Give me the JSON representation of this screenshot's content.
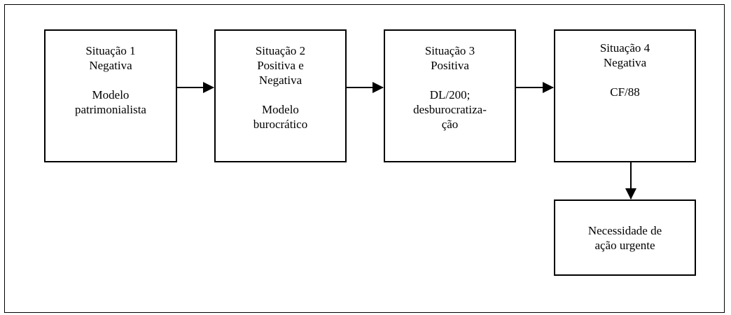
{
  "diagram": {
    "boxes": [
      {
        "title": "Situação 1",
        "status": "Negativa",
        "desc": [
          "Modelo",
          "patrimonialista"
        ]
      },
      {
        "title": "Situação 2",
        "status": [
          "Positiva e",
          "Negativa"
        ],
        "desc": [
          "Modelo",
          "burocrático"
        ]
      },
      {
        "title": "Situação 3",
        "status": "Positiva",
        "desc": [
          "DL/200;",
          "desburocratiza-",
          "ção"
        ]
      },
      {
        "title": "Situação 4",
        "status": "Negativa",
        "desc": [
          "CF/88"
        ]
      },
      {
        "text": [
          "Necessidade de",
          "ação urgente"
        ]
      }
    ],
    "edges": [
      {
        "from": "Situação 1",
        "to": "Situação 2"
      },
      {
        "from": "Situação 2",
        "to": "Situação 3"
      },
      {
        "from": "Situação 3",
        "to": "Situação 4"
      },
      {
        "from": "Situação 4",
        "to": "Necessidade de ação urgente"
      }
    ]
  }
}
